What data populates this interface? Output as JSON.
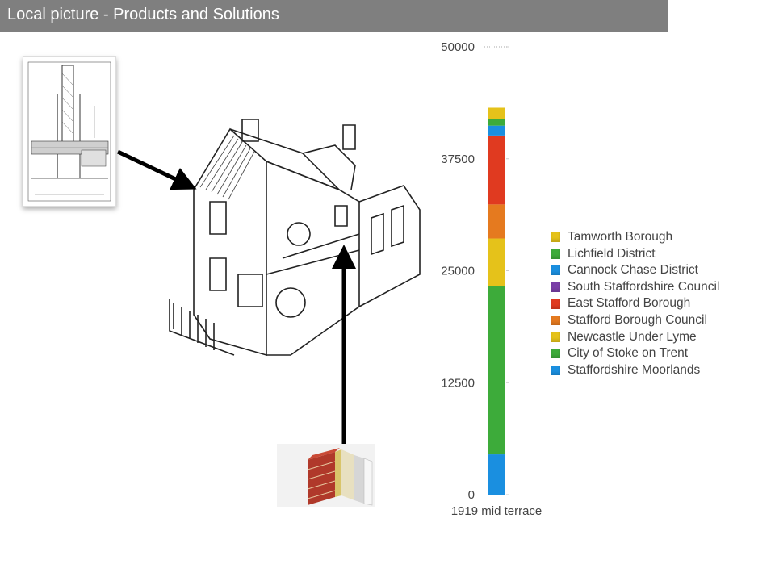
{
  "header": {
    "title": "Local picture - Products and Solutions"
  },
  "chart_data": {
    "type": "bar",
    "stacked": true,
    "categories": [
      "1919 mid terrace"
    ],
    "ylim": [
      0,
      50000
    ],
    "yticks": [
      "0",
      "12500",
      "25000",
      "37500",
      "50000"
    ],
    "grid": false,
    "legend_position": "right",
    "series": [
      {
        "name": "Staffordshire Moorlands",
        "values": [
          4500
        ],
        "color": "#1a8fe0"
      },
      {
        "name": "City of Stoke on Trent",
        "values": [
          18800
        ],
        "color": "#3dab3a"
      },
      {
        "name": "Newcastle Under Lyme",
        "values": [
          5300
        ],
        "color": "#e5c21a"
      },
      {
        "name": "Stafford Borough Council",
        "values": [
          3800
        ],
        "color": "#e57a1f"
      },
      {
        "name": "East Stafford Borough",
        "values": [
          7600
        ],
        "color": "#e03a20"
      },
      {
        "name": "South Staffordshire Council",
        "values": [
          100
        ],
        "color": "#7a3fa8"
      },
      {
        "name": "Cannock Chase District",
        "values": [
          1100
        ],
        "color": "#1a8fe0"
      },
      {
        "name": "Lichfield District",
        "values": [
          700
        ],
        "color": "#3dab3a"
      },
      {
        "name": "Tamworth Borough",
        "values": [
          1300
        ],
        "color": "#e5c21a"
      }
    ]
  }
}
